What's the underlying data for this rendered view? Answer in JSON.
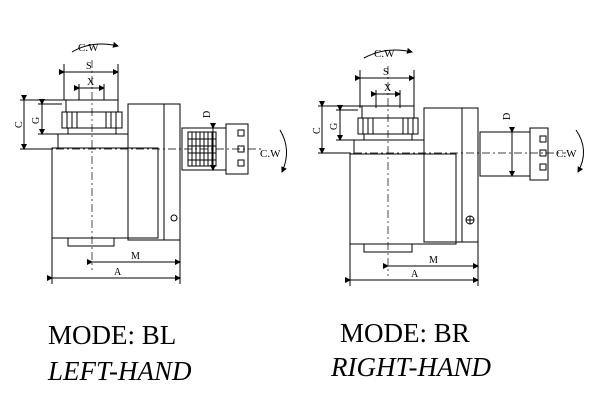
{
  "labels": {
    "dim_c": "C",
    "dim_g": "G",
    "dim_s": "S",
    "dim_x": "X",
    "dim_d": "D",
    "dim_m": "M",
    "dim_a": "A",
    "rotation": "C.W"
  },
  "left_hand": {
    "mode": "MODE: BL",
    "hand": "LEFT-HAND"
  },
  "right_hand": {
    "mode": "MODE: BR",
    "hand": "RIGHT-HAND"
  }
}
